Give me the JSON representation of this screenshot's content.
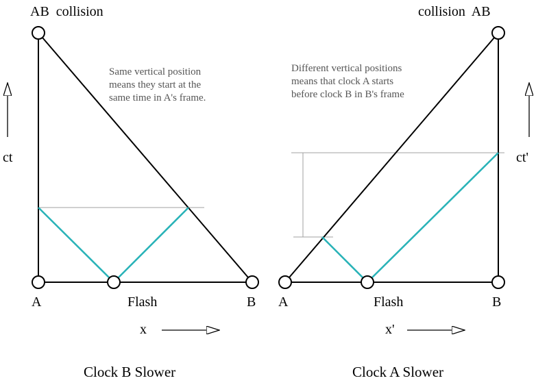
{
  "colors": {
    "worldline": "#000000",
    "light": "#2ab3b8",
    "guide": "#a0a0a0",
    "text": "#000000",
    "note_text": "#555555"
  },
  "left": {
    "top_label": "AB  collision",
    "note": "Same vertical position\nmeans they start at the\nsame time in A's frame.",
    "label_a": "A",
    "label_flash": "Flash",
    "label_b": "B",
    "axis_time": "ct",
    "axis_space": "x",
    "caption": "Clock B Slower"
  },
  "right": {
    "top_label": "collision  AB",
    "note": "Different vertical positions\nmeans that clock A starts\nbefore clock B in B's frame",
    "label_a": "A",
    "label_flash": "Flash",
    "label_b": "B",
    "axis_time": "ct'",
    "axis_space": "x'",
    "caption": "Clock A Slower"
  }
}
